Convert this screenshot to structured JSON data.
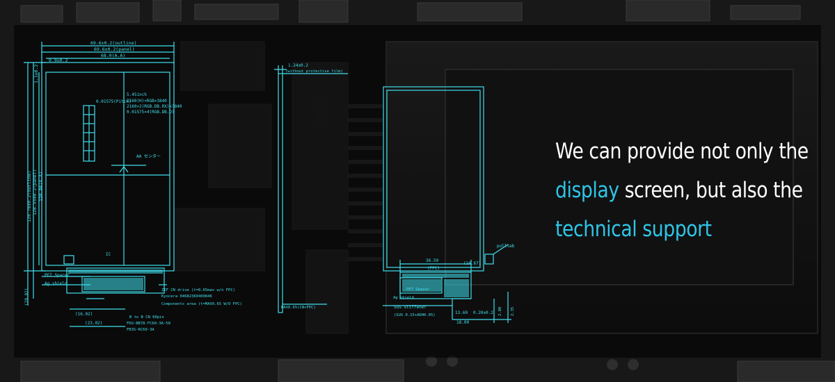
{
  "headline": {
    "line1": "We can provide not only the",
    "line2_accent": "display",
    "line2_rest": " screen, but also the",
    "line3_accent": "technical support"
  },
  "drawing_labels": {
    "outline_w": "69.6±0.2(outline)",
    "panel_w": "69.6±0.2(panel)",
    "aa_w": "68.0(A.A)",
    "top_gap": "0.9±0.2",
    "side_left": "1.1±0.2",
    "pitch": "0.01575(Pitch)",
    "spec1": "5.45inch",
    "spec2": "2160(H)×RGB×3840",
    "spec3": "2160×2(RGB.DB.RX)×3840",
    "spec4": "0.01575×4(RGB.DB.D)",
    "aa_center": "AA センター",
    "vert_outline": "128.76±0.2(outline)",
    "vert_panel": "128.55±0.2(panel)",
    "vert_aa": "120.96(A.A)",
    "pet_spacer": "PET Spacer",
    "ag_shield": "Ag shield",
    "ic": "IC",
    "fpc_drive": "ZIF CN  drive (t=0.65max w/o FPC)",
    "kyocera": "Kyocera 04682360400846",
    "components": "Components area (t=MAX0.65 W/O FPC)",
    "dim_16": "(16.02)",
    "dim_23": "(23.02)",
    "dim_29": "(29.82)",
    "connector": "B to B CN 60pin",
    "part1": "FDU-BB78-FC60-3A-58",
    "part2": "FB3S-RC60-3A",
    "thickness": "1.24±0.2",
    "without_film": "(without protective film)",
    "max_thick": "MAX0.65(CN+FPC)",
    "pet_spacer_r": "PET Spacer",
    "ag_shield_r": "Ag shield",
    "fpc_w": "36.50",
    "fpc": "(FPC)",
    "dim_1667": "(16.67)",
    "stiffener": "SUS stiffener",
    "stiffener2": "(SUS 0.15+ADH0.05)",
    "dim_1360": "13.60",
    "dim_18": "18.00",
    "dim_020": "0.20±0.2",
    "dim_200": "2.00",
    "dim_235": "2.35",
    "pull_tab": "pulltab"
  },
  "colors": {
    "accent": "#2ec6e8",
    "line": "#3fe0ee",
    "text": "#ffffff"
  }
}
